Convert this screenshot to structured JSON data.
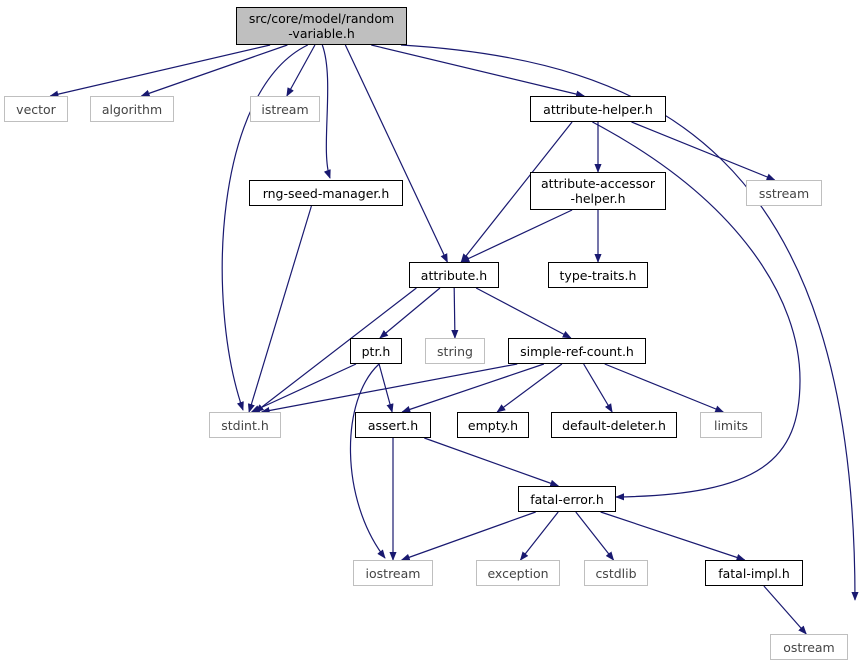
{
  "colors": {
    "edge": "#191970",
    "external_border": "#bfbfbf",
    "root_fill": "#bfbfbf"
  },
  "nodes": {
    "root": "src/core/model/random\n-variable.h",
    "vector": "vector",
    "algorithm": "algorithm",
    "istream": "istream",
    "attribute_helper": "attribute-helper.h",
    "ostream": "ostream",
    "rng_seed_manager": "rng-seed-manager.h",
    "attribute_accessor_helper": "attribute-accessor\n-helper.h",
    "sstream": "sstream",
    "attribute": "attribute.h",
    "type_traits": "type-traits.h",
    "ptr": "ptr.h",
    "string": "string",
    "simple_ref_count": "simple-ref-count.h",
    "stdint": "stdint.h",
    "assert": "assert.h",
    "empty": "empty.h",
    "default_deleter": "default-deleter.h",
    "limits": "limits",
    "fatal_error": "fatal-error.h",
    "iostream": "iostream",
    "exception": "exception",
    "cstdlib": "cstdlib",
    "fatal_impl": "fatal-impl.h"
  },
  "edges": [
    [
      "root",
      "vector"
    ],
    [
      "root",
      "algorithm"
    ],
    [
      "root",
      "stdint"
    ],
    [
      "root",
      "istream"
    ],
    [
      "root",
      "rng_seed_manager"
    ],
    [
      "root",
      "attribute"
    ],
    [
      "root",
      "attribute_helper"
    ],
    [
      "root",
      "ostream"
    ],
    [
      "attribute_helper",
      "attribute_accessor_helper"
    ],
    [
      "attribute_helper",
      "sstream"
    ],
    [
      "attribute_helper",
      "attribute"
    ],
    [
      "attribute_helper",
      "fatal_error"
    ],
    [
      "attribute_accessor_helper",
      "attribute"
    ],
    [
      "attribute_accessor_helper",
      "type_traits"
    ],
    [
      "rng_seed_manager",
      "stdint"
    ],
    [
      "attribute",
      "stdint"
    ],
    [
      "attribute",
      "ptr"
    ],
    [
      "attribute",
      "string"
    ],
    [
      "attribute",
      "simple_ref_count"
    ],
    [
      "ptr",
      "stdint"
    ],
    [
      "ptr",
      "assert"
    ],
    [
      "ptr",
      "iostream"
    ],
    [
      "simple_ref_count",
      "stdint"
    ],
    [
      "simple_ref_count",
      "assert"
    ],
    [
      "simple_ref_count",
      "empty"
    ],
    [
      "simple_ref_count",
      "default_deleter"
    ],
    [
      "simple_ref_count",
      "limits"
    ],
    [
      "assert",
      "fatal_error"
    ],
    [
      "assert",
      "iostream"
    ],
    [
      "fatal_error",
      "iostream"
    ],
    [
      "fatal_error",
      "exception"
    ],
    [
      "fatal_error",
      "cstdlib"
    ],
    [
      "fatal_error",
      "fatal_impl"
    ],
    [
      "fatal_impl",
      "ostream"
    ]
  ]
}
